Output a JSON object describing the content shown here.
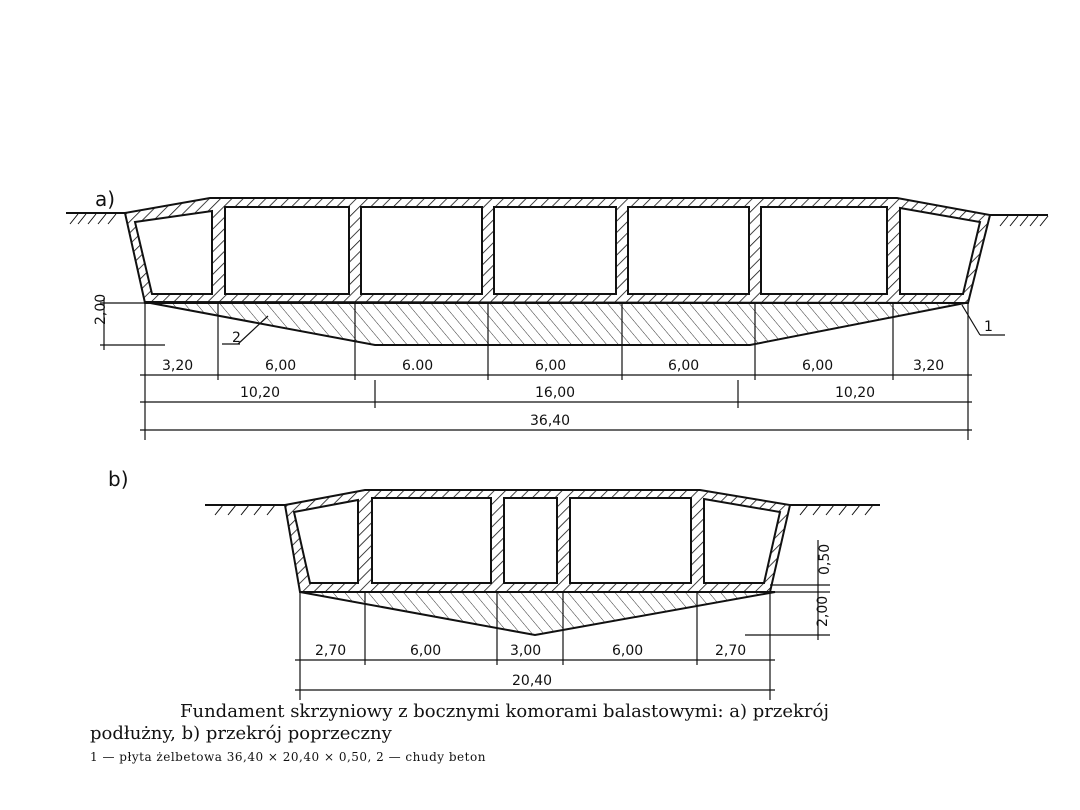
{
  "figure": {
    "section_a": {
      "label": "a)",
      "height_dim": "2,00",
      "spans": [
        "3,20",
        "6,00",
        "6.00",
        "6,00",
        "6,00",
        "6,00",
        "3,20"
      ],
      "groups": [
        "10,20",
        "16,00",
        "10,20"
      ],
      "total": "36,40",
      "callout_1": "1",
      "callout_2": "2"
    },
    "section_b": {
      "label": "b)",
      "slab_dim": "0,50",
      "height_dim": "2,00",
      "spans": [
        "2,70",
        "6,00",
        "3,00",
        "6,00",
        "2,70"
      ],
      "total": "20,40"
    }
  },
  "caption": {
    "line1": "Fundament skrzyniowy z bocznymi komorami balastowymi: a) przekrój",
    "line2": "podłużny, b) przekrój poprzeczny",
    "legend": "1 — płyta żelbetowa 36,40 × 20,40 × 0,50, 2 — chudy beton"
  }
}
